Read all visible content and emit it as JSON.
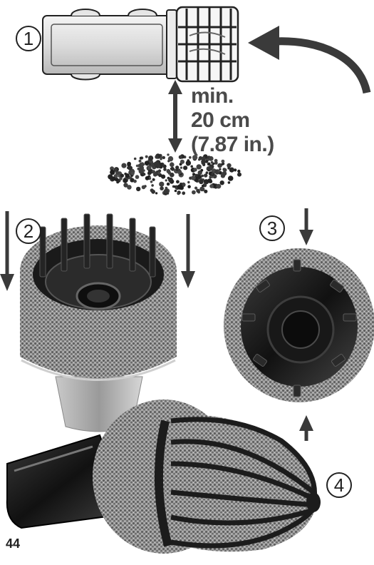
{
  "steps": {
    "step1": "1",
    "step2": "2",
    "step3": "3",
    "step4": "4"
  },
  "distance": {
    "line1": "min.",
    "line2": "20 cm",
    "line3": "(7.87 in.)"
  },
  "page_number": "44",
  "colors": {
    "arrow": "#3a3a3a",
    "sponge": "#8a8a8a",
    "plastic": "#1c1c1c",
    "gravel": "#2e2e2e"
  }
}
